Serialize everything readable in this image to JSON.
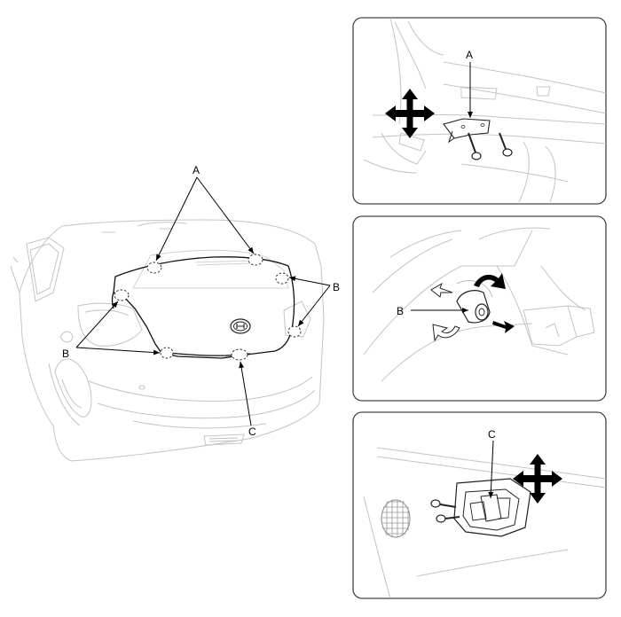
{
  "main": {
    "label_a": "A",
    "label_b_right": "B",
    "label_b_left": "B",
    "label_c": "C"
  },
  "detail_a": {
    "label": "A"
  },
  "detail_b": {
    "label": "B"
  },
  "detail_c": {
    "label": "C"
  }
}
